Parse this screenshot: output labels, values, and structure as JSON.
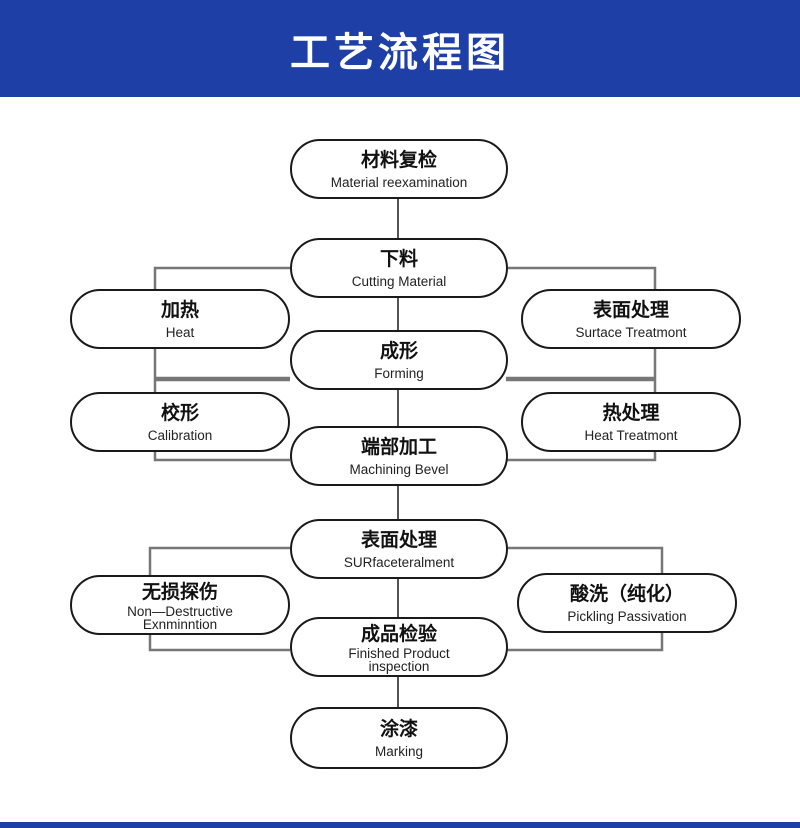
{
  "header": {
    "title": "工艺流程图"
  },
  "colors": {
    "header_bg": "#1d3fa6",
    "node_border": "#1a1a1a",
    "connector": "#777777"
  },
  "nodes": {
    "material_recheck": {
      "zh": "材料复检",
      "en": "Material reexamination"
    },
    "cutting": {
      "zh": "下料",
      "en": "Cutting Material"
    },
    "heating": {
      "zh": "加热",
      "en": "Heat"
    },
    "surface_treatment_right": {
      "zh": "表面处理",
      "en": "Surtace Treatmont"
    },
    "forming": {
      "zh": "成形",
      "en": "Forming"
    },
    "calibration": {
      "zh": "校形",
      "en": "Calibration"
    },
    "heat_treatment": {
      "zh": "热处理",
      "en": "Heat Treatmont"
    },
    "machining_bevel": {
      "zh": "端部加工",
      "en": "Machining Bevel"
    },
    "surface_treatment_center": {
      "zh": "表面处理",
      "en": "SURfaceteralment"
    },
    "ndt": {
      "zh": "无损探伤",
      "en": "Non—Destructive Exnminntion"
    },
    "pickling": {
      "zh": "酸洗（纯化）",
      "en": "Pickling Passivation"
    },
    "final_inspection": {
      "zh": "成品检验",
      "en": "Finished Product inspection"
    },
    "painting": {
      "zh": "涂漆",
      "en": "Marking"
    }
  }
}
